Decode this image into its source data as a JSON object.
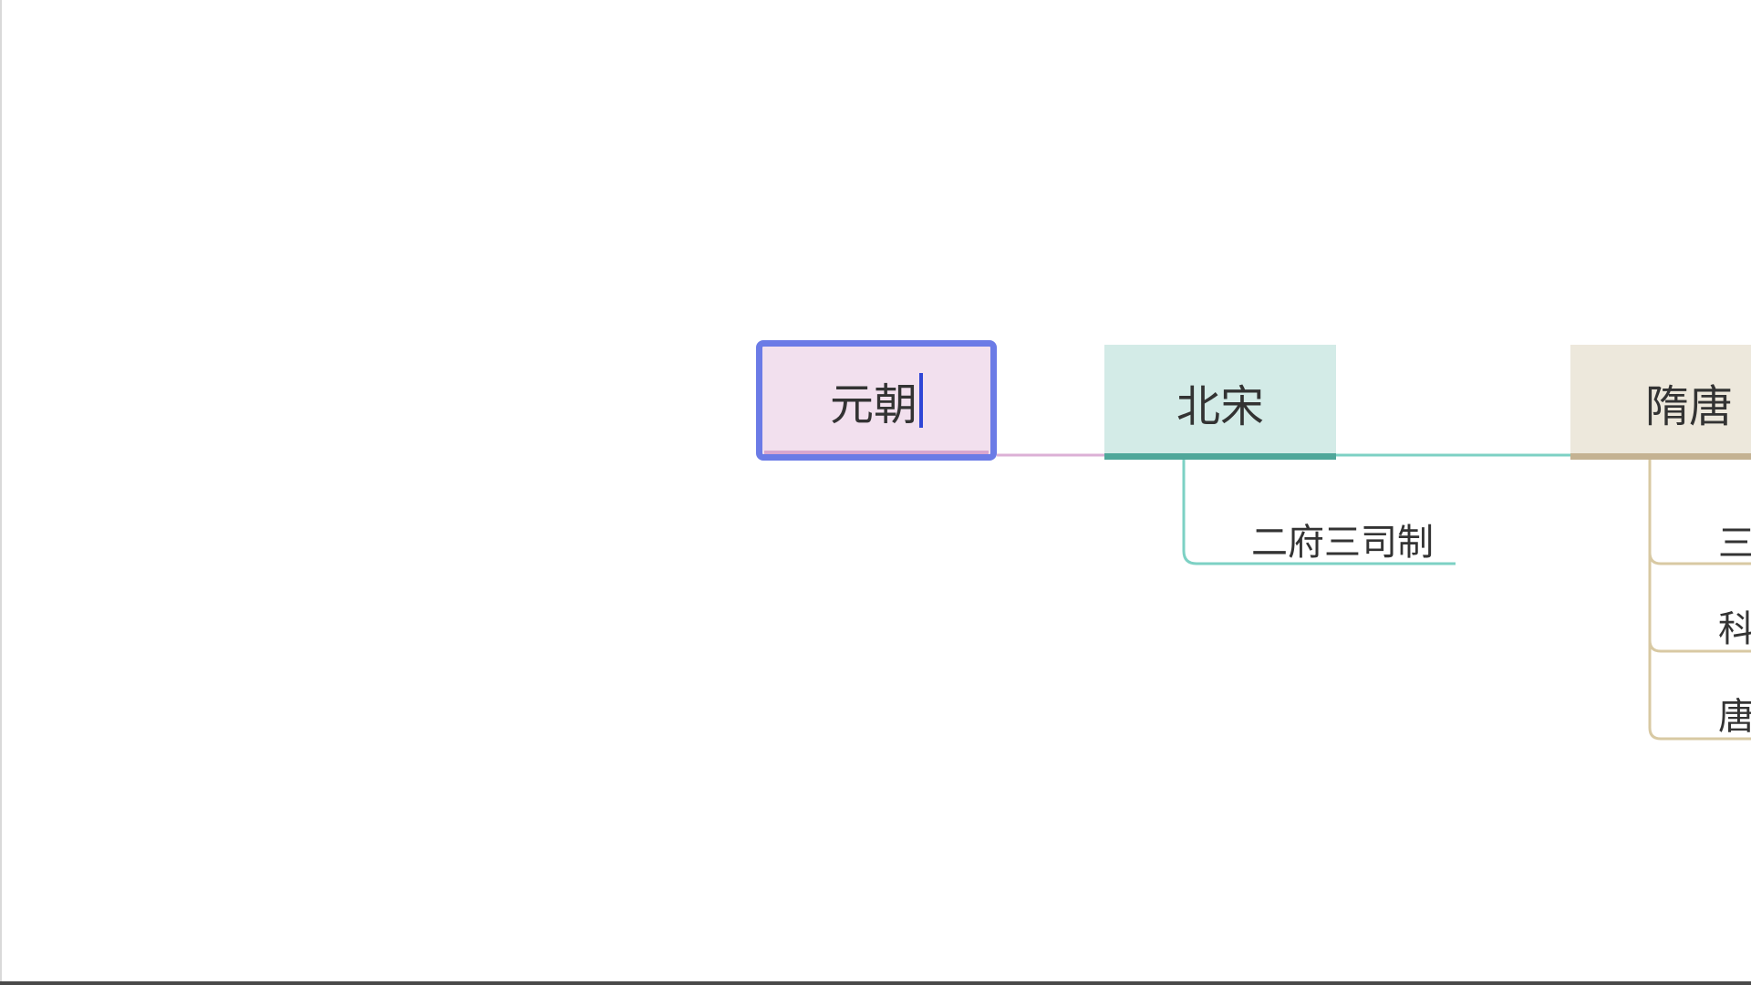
{
  "mindmap": {
    "topics": {
      "yuan": "元朝",
      "beisong": "北宋",
      "suitang": "隋唐"
    },
    "subtopics": {
      "beisong": [
        "二府三司制"
      ],
      "suitang": [
        "三",
        "科",
        "唐"
      ]
    }
  },
  "colors": {
    "yuan_fill": "#f2e0ee",
    "selection_border": "#6b7be6",
    "caret": "#2f46d6",
    "beisong_fill": "#d3ebe7",
    "beisong_line": "#4fa79a",
    "suitang_fill": "#ede8dc",
    "suitang_line": "#c4b292"
  }
}
